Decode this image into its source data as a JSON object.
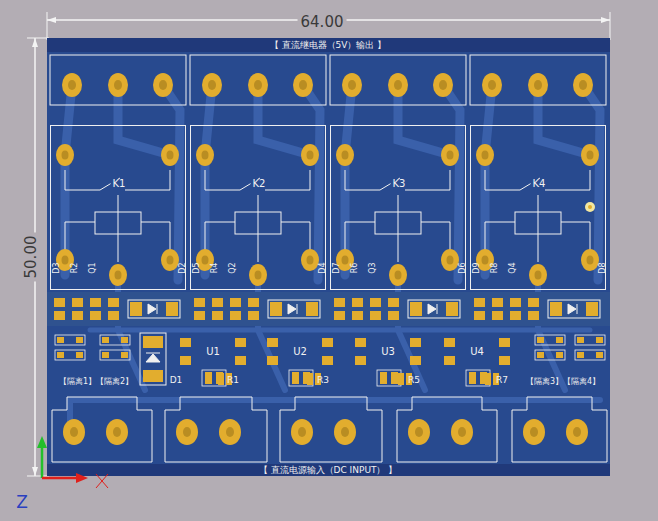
{
  "diagram": {
    "nodes": [
      {
        "text": [
          "K1"
        ]
      },
      {
        "text": [
          "K2"
        ]
      },
      {
        "text": [
          "K3"
        ]
      },
      {
        "text": [
          "K4"
        ]
      },
      {
        "text": [
          "U1"
        ]
      },
      {
        "text": [
          "U2"
        ]
      },
      {
        "text": [
          "U3"
        ]
      },
      {
        "text": [
          "U4"
        ]
      }
    ],
    "labels": [
      "64.00",
      "50.00",
      "【 直流继电器（5V）输出 】",
      "D3",
      "R2",
      "Q1",
      "D2",
      "D5",
      "R4",
      "Q2",
      "D4",
      "D7",
      "R6",
      "Q3",
      "D6",
      "D9",
      "R8",
      "Q4",
      "D8",
      "D1",
      "R1",
      "R3",
      "R5",
      "R7",
      "【隔离1】【隔离2】",
      "【隔离3】【隔离4】",
      "【 直流电源输入（DC INPUT） 】",
      "Z"
    ]
  }
}
